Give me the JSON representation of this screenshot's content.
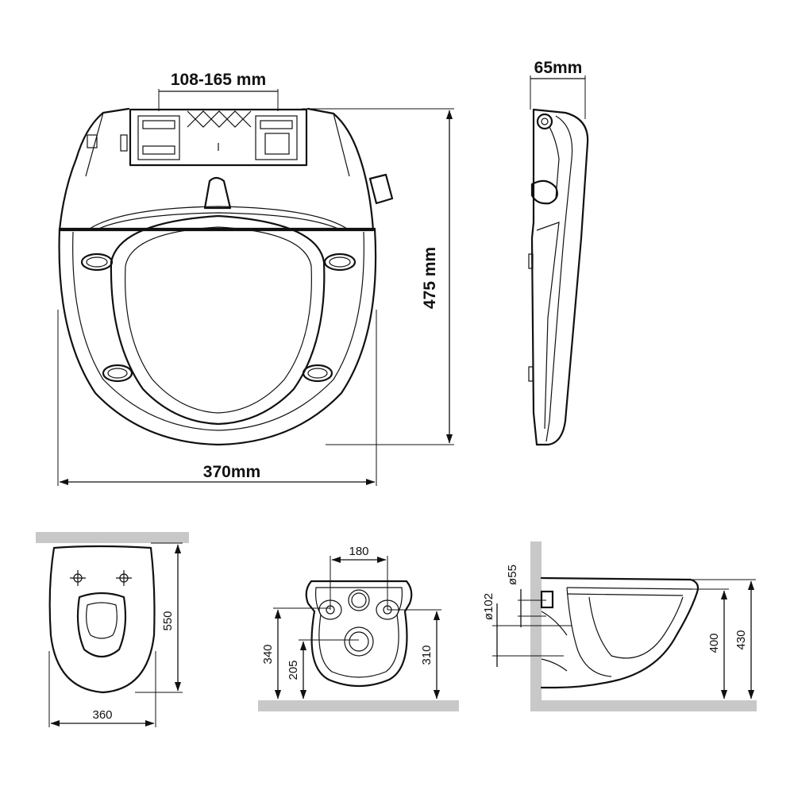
{
  "seat_front_view": {
    "hinge_range_label": "108-165 mm",
    "height_label": "475 mm",
    "width_label": "370mm"
  },
  "seat_side_view": {
    "thickness_label": "65mm"
  },
  "bowl_top_view": {
    "length_label": "550",
    "width_label": "360"
  },
  "bowl_back_view": {
    "bolt_spacing_label": "180",
    "bolt_height_label": "340",
    "outlet_height_label": "205",
    "inlet_height_label": "310"
  },
  "bowl_side_view": {
    "inlet_diameter_label": "ø55",
    "outlet_diameter_label": "ø102",
    "rim_height_label": "400",
    "total_height_label": "430"
  }
}
